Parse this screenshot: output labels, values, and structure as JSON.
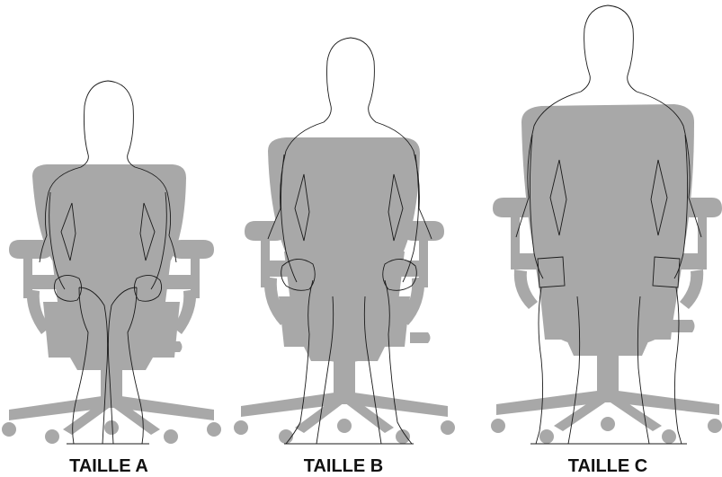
{
  "sizes": [
    {
      "label": "TAILLE A"
    },
    {
      "label": "TAILLE B"
    },
    {
      "label": "TAILLE C"
    }
  ],
  "colors": {
    "chair": "#a8a8a8",
    "outline": "#1a1a1a",
    "background": "#ffffff",
    "text": "#111111"
  }
}
